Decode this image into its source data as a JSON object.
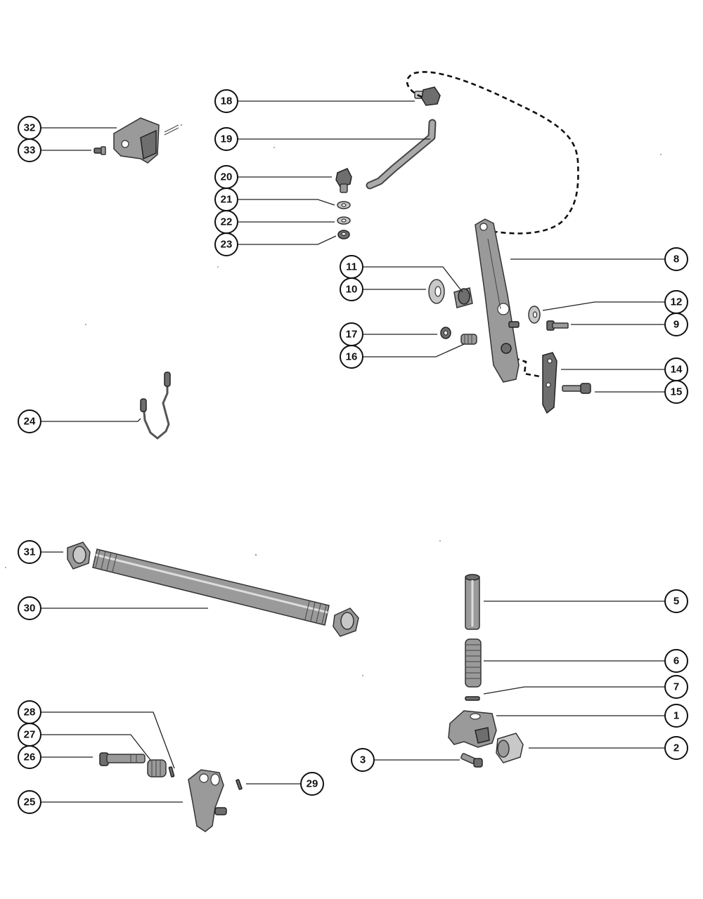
{
  "callouts": {
    "c1": "1",
    "c2": "2",
    "c3": "3",
    "c5": "5",
    "c6": "6",
    "c7": "7",
    "c8": "8",
    "c9": "9",
    "c10": "10",
    "c11": "11",
    "c12": "12",
    "c14": "14",
    "c15": "15",
    "c16": "16",
    "c17": "17",
    "c18": "18",
    "c19": "19",
    "c20": "20",
    "c21": "21",
    "c22": "22",
    "c23": "23",
    "c24": "24",
    "c25": "25",
    "c26": "26",
    "c27": "27",
    "c28": "28",
    "c29": "29",
    "c30": "30",
    "c31": "31",
    "c32": "32",
    "c33": "33"
  }
}
